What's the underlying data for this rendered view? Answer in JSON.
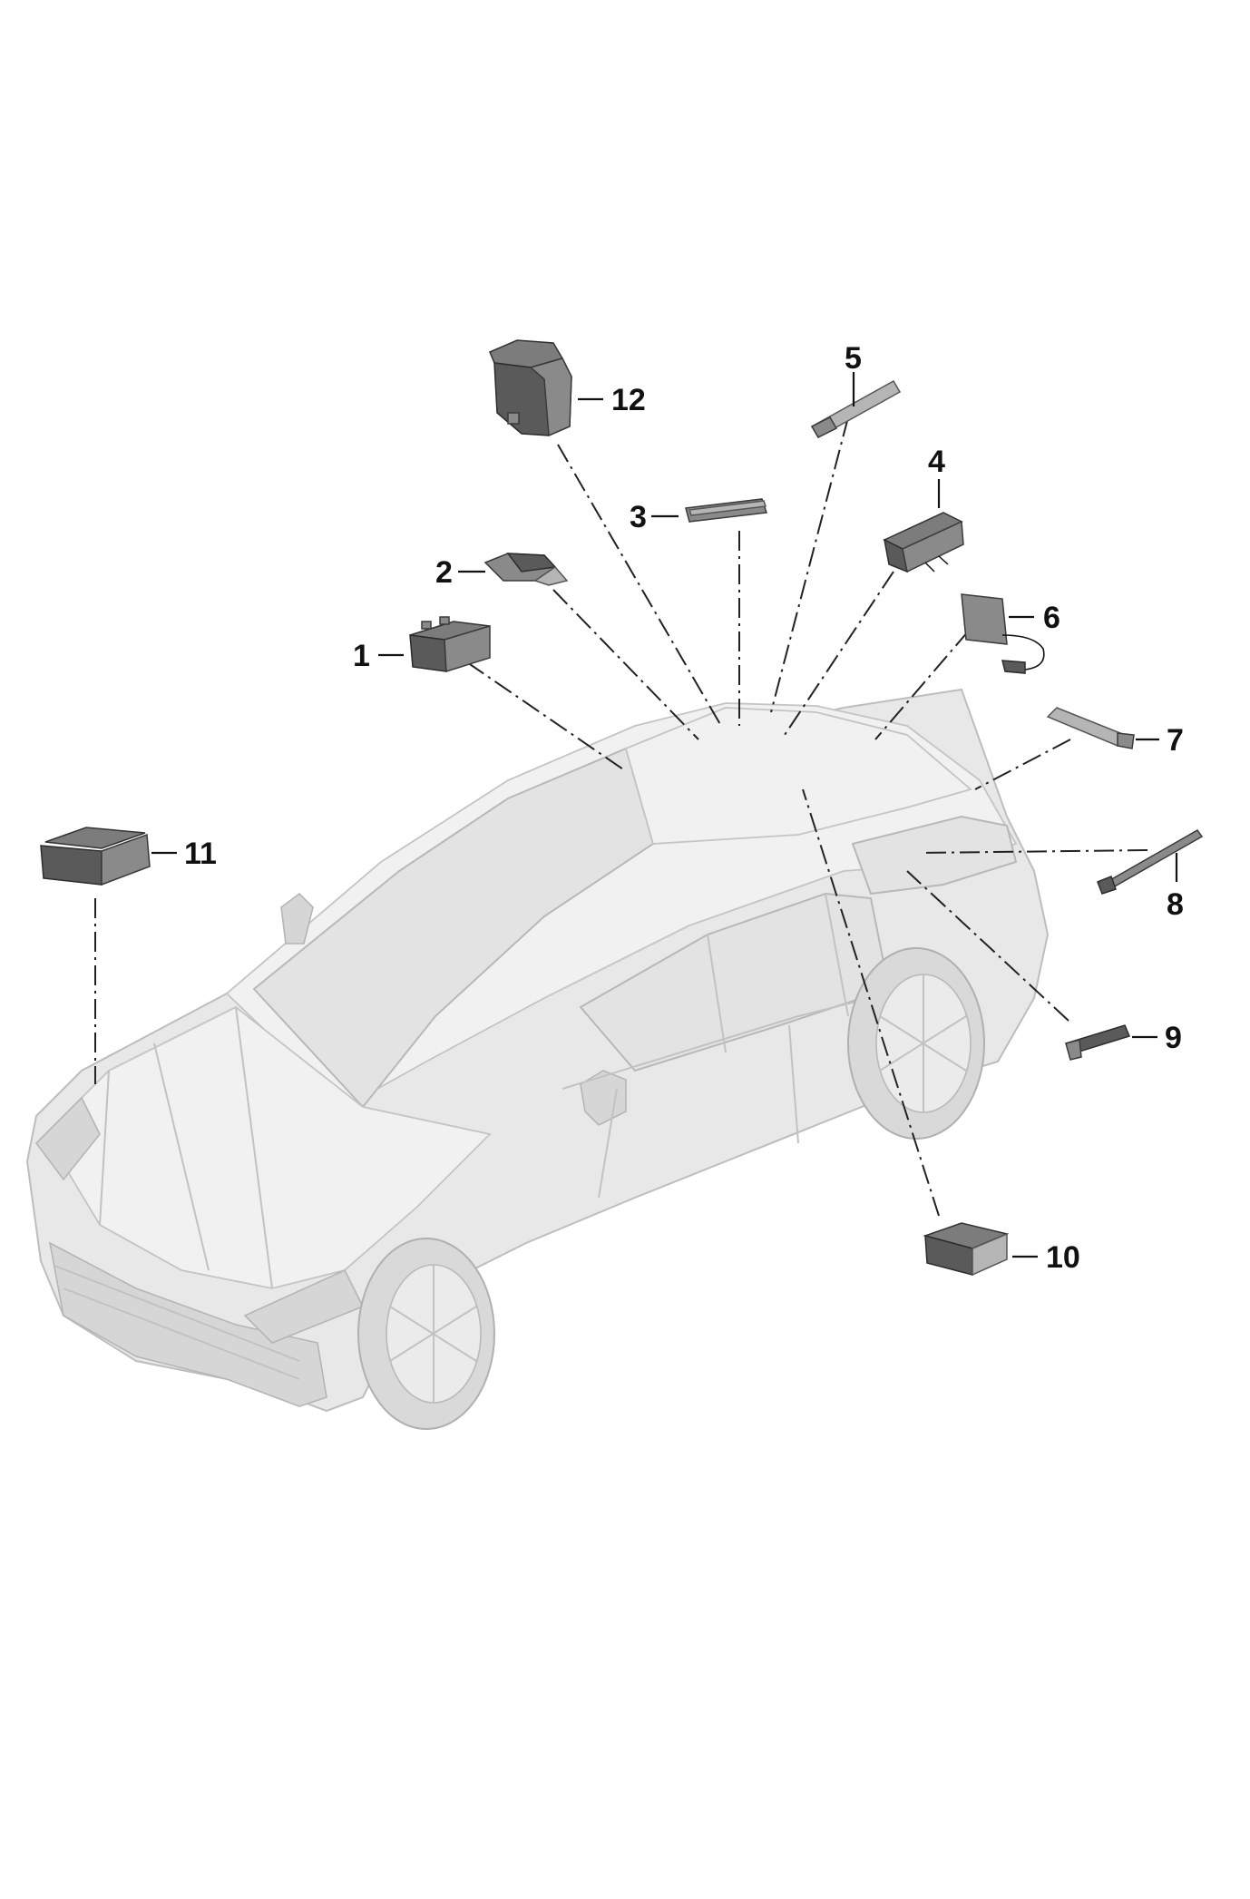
{
  "diagram": {
    "subject": "car",
    "parts": [
      {
        "id": "1",
        "label": "1",
        "icon": "module-icon"
      },
      {
        "id": "2",
        "label": "2",
        "icon": "sensor-icon"
      },
      {
        "id": "3",
        "label": "3",
        "icon": "antenna-bar-icon"
      },
      {
        "id": "4",
        "label": "4",
        "icon": "control-unit-icon"
      },
      {
        "id": "5",
        "label": "5",
        "icon": "antenna-icon"
      },
      {
        "id": "6",
        "label": "6",
        "icon": "antenna-plate-icon"
      },
      {
        "id": "7",
        "label": "7",
        "icon": "antenna-bar-icon"
      },
      {
        "id": "8",
        "label": "8",
        "icon": "rod-antenna-icon"
      },
      {
        "id": "9",
        "label": "9",
        "icon": "antenna-icon"
      },
      {
        "id": "10",
        "label": "10",
        "icon": "module-icon"
      },
      {
        "id": "11",
        "label": "11",
        "icon": "control-unit-icon"
      },
      {
        "id": "12",
        "label": "12",
        "icon": "control-box-icon"
      }
    ]
  },
  "colors": {
    "background": "#ffffff",
    "car": "#e8e8e8",
    "part": "#5a5a5a",
    "label": "#111111"
  }
}
